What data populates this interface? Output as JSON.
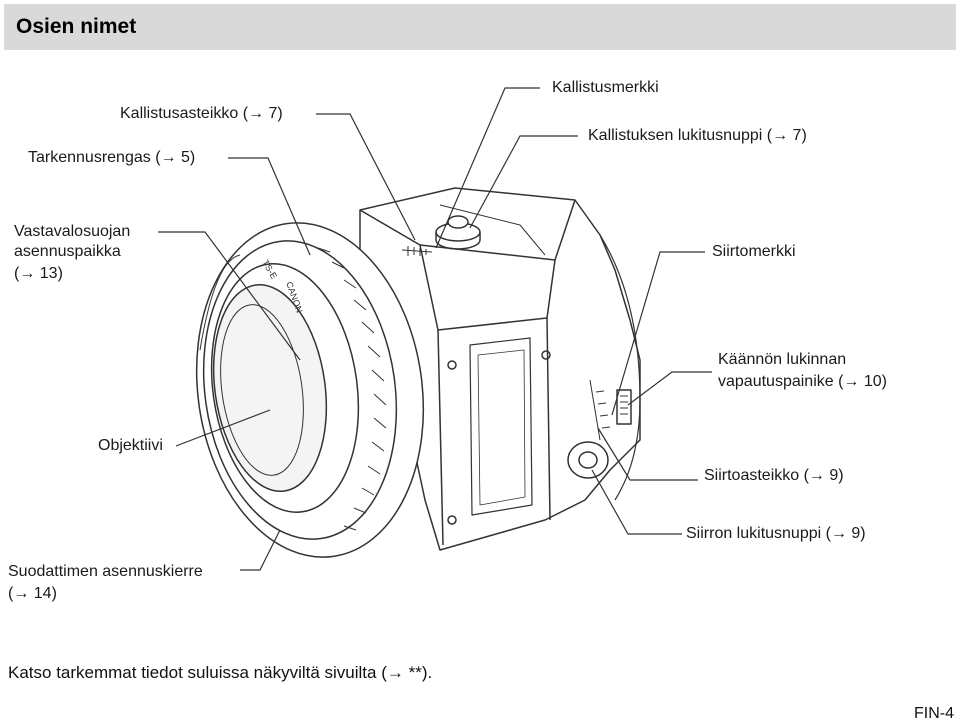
{
  "section_title": "Osien nimet",
  "labels": {
    "tilt_scale": "Kallistusasteikko (→ 7)",
    "focus_ring": "Tarkennusrengas (→ 5)",
    "tilt_mark": "Kallistusmerkki",
    "tilt_lock_knob": "Kallistuksen lukitusnuppi (→ 7)",
    "hood_mount_line1": "Vastavalosuojan",
    "hood_mount_line2": "asennuspaikka",
    "hood_mount_line3": "(→ 13)",
    "shift_mark": "Siirtomerkki",
    "rotation_release_line1": "Käännön lukinnan",
    "rotation_release_line2": "vapautuspainike (→ 10)",
    "lens": "Objektiivi",
    "shift_scale": "Siirtoasteikko (→ 9)",
    "shift_lock_knob": "Siirron lukitusnuppi (→ 9)",
    "filter_thread_line1": "Suodattimen asennuskierre",
    "filter_thread_line2": "(→ 14)"
  },
  "lens_engravings": {
    "brand": "CANON",
    "model": "TS-E"
  },
  "footnote": "Katso tarkemmat tiedot suluissa näkyviltä sivuilta (→ **).",
  "page_number": "FIN-4",
  "colors": {
    "header_bg": "#d9d9d9",
    "line": "#333333",
    "lens_body": "#ffffff",
    "glass": "#f4f4f4"
  }
}
